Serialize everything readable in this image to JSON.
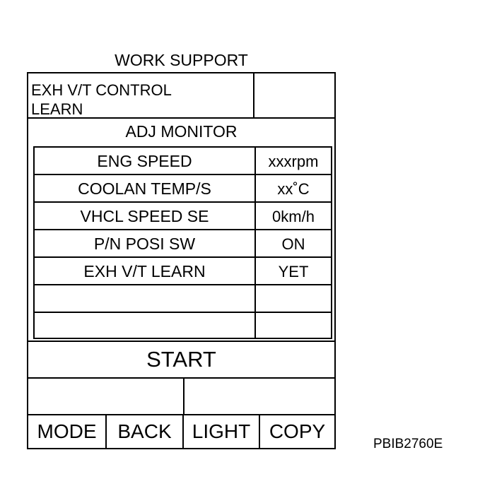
{
  "header": {
    "title": "WORK SUPPORT"
  },
  "item": {
    "label_line1": "EXH V/T CONTROL",
    "label_line2": "LEARN",
    "value": ""
  },
  "monitor": {
    "title": "ADJ MONITOR",
    "rows": [
      {
        "label": "ENG SPEED",
        "value": "xxxrpm"
      },
      {
        "label": "COOLAN TEMP/S",
        "value": "xx˚C"
      },
      {
        "label": "VHCL SPEED SE",
        "value": "0km/h"
      },
      {
        "label": "P/N POSI SW",
        "value": "ON"
      },
      {
        "label": "EXH V/T LEARN",
        "value": "YET"
      },
      {
        "label": "",
        "value": ""
      },
      {
        "label": "",
        "value": ""
      }
    ]
  },
  "actions": {
    "start_label": "START"
  },
  "footer": {
    "mode_label": "MODE",
    "back_label": "BACK",
    "light_label": "LIGHT",
    "copy_label": "COPY"
  },
  "figure_code": "PBIB2760E"
}
